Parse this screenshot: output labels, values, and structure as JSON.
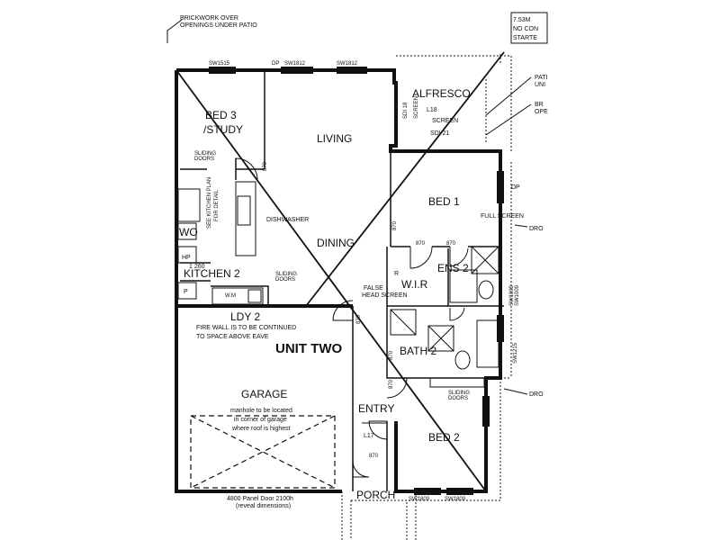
{
  "notes": {
    "brickwork": [
      "BRICKWORK OVER",
      "OPENINGS UNDER PATIO"
    ],
    "top_right": [
      "7.53M",
      "NO CON",
      "STARTE"
    ],
    "firewall": [
      "FIRE WALL IS TO BE CONTINUED",
      "TO SPACE ABOVE EAVE"
    ],
    "manhole": [
      "manhole to be located",
      "in corner of garage",
      "where roof is highest"
    ],
    "panel_door": [
      "4800 Panel Door 2100h",
      "(reveal dimensions)"
    ],
    "kitchen_plan": [
      "SEE KITCHEN PLAN",
      "FOR DETAIL"
    ],
    "right_edge": [
      "PATI",
      "UNI",
      "BR",
      "OPE",
      "DP",
      "DRO",
      "DRO"
    ]
  },
  "rooms": {
    "bed3": [
      "BED 3",
      "/STUDY"
    ],
    "living": "LIVING",
    "alfresco": "ALFRESCO",
    "bed1": "BED 1",
    "dining": "DINING",
    "kitchen2": "KITCHEN 2",
    "ldy2": "LDY 2",
    "wir": "W.I.R",
    "ens2": "ENS 2",
    "bath2": "BATH 2",
    "garage": "GARAGE",
    "entry": "ENTRY",
    "bed2": "BED 2",
    "porch": "PORCH",
    "unit": "UNIT TWO"
  },
  "labels": {
    "dishwasher": "DISHWASHER",
    "wo": "WO",
    "hp": "HP",
    "p": "P",
    "dim_1260": "1 260",
    "full_screen": "FULL SCREEN",
    "false_head": [
      "FALSE",
      "HEAD SCREEN"
    ],
    "sliding_doors": [
      "SLIDING",
      "DOORS"
    ],
    "screen": "SCREEN",
    "l18": "L18",
    "l17": "L17",
    "sdi18": "SDI 18",
    "sdi21": "SDI 21",
    "r": "R",
    "wm": "W.M",
    "door_870": "870"
  },
  "windows": {
    "sw1515": "SW1515",
    "dp": "DP",
    "sw1812a": "SW1812",
    "sw1812b": "SW1812",
    "sw1009a": "SW1009",
    "sw1809a": "SW1809",
    "sw1809b": "SW1809",
    "sw1009b": "SW1009",
    "sw1215": "SW1215"
  }
}
